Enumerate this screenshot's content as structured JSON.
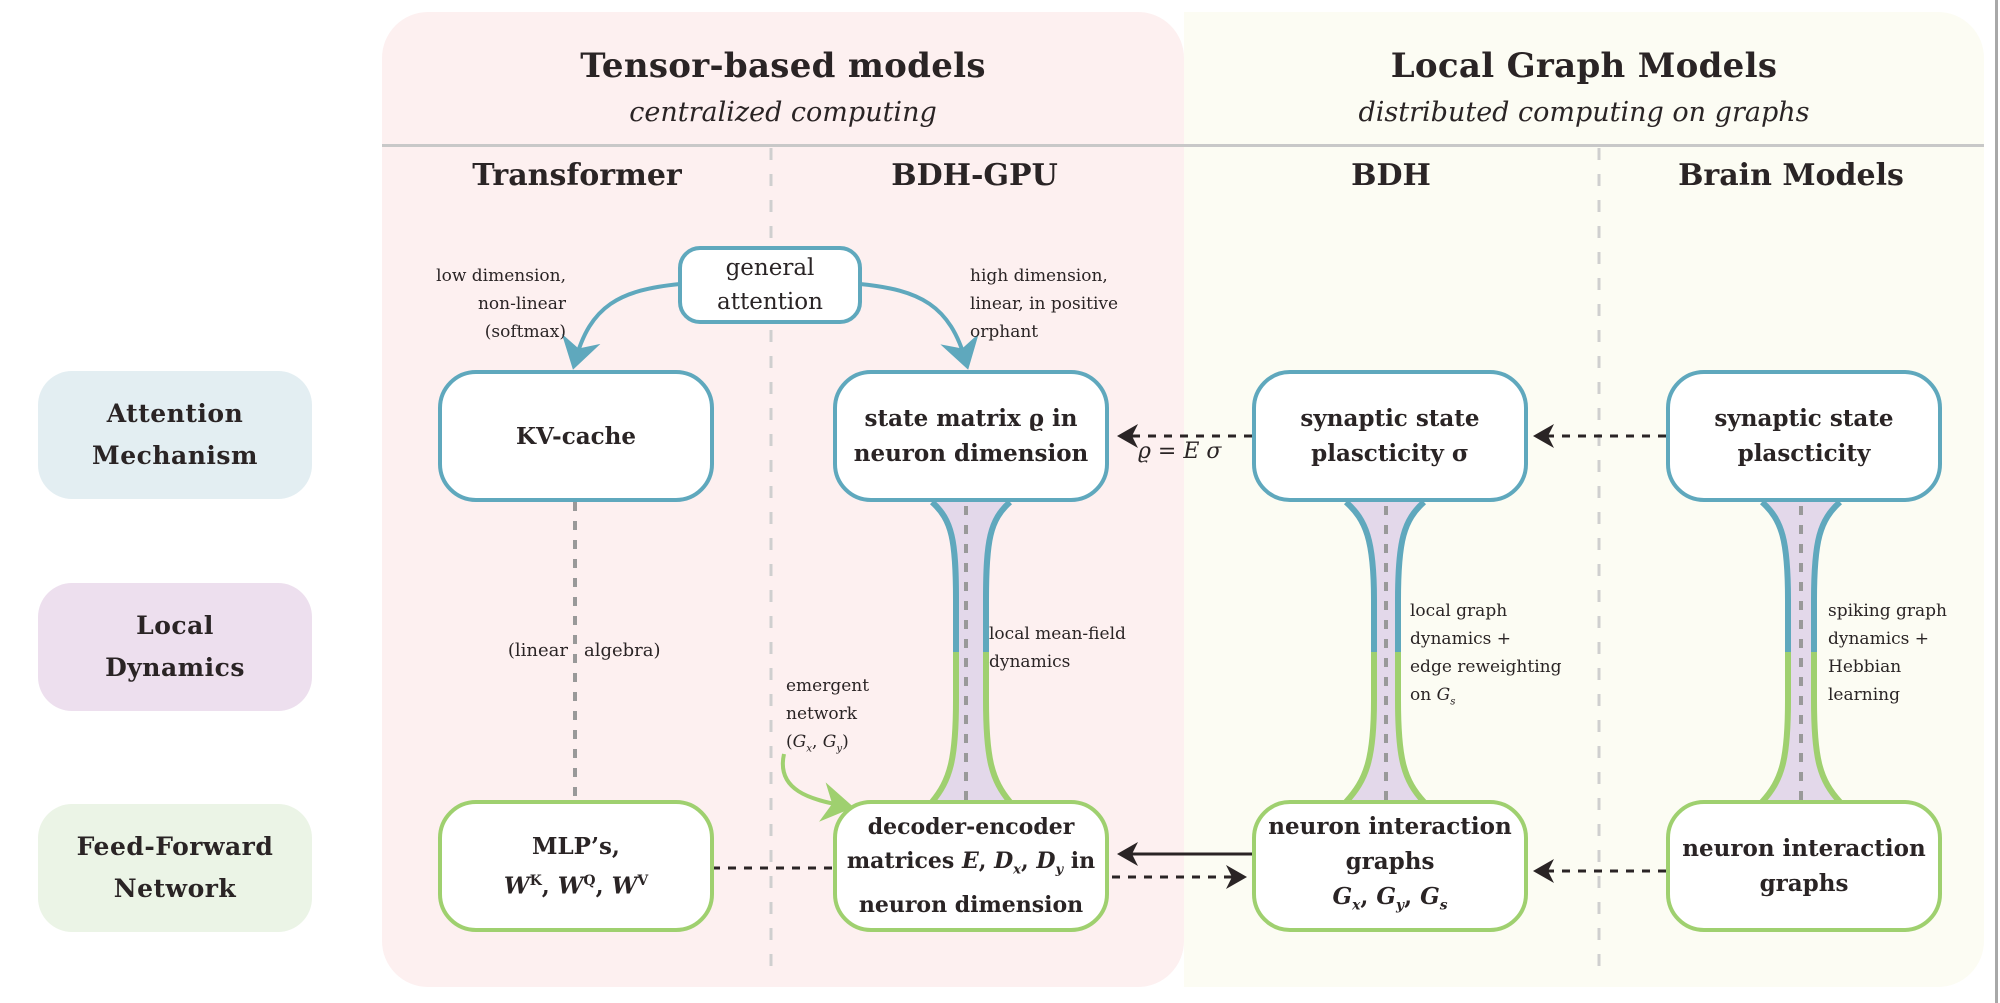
{
  "colors": {
    "tensor_panel_bg": "#fdf0f0",
    "graph_panel_bg": "#fcfcf3",
    "attention_blue": "#5fa8bd",
    "feedforward_green": "#9fd06f",
    "dynamics_purple_fill": "#e3d8ea",
    "row_attention_bg": "#e3eef2",
    "row_dynamics_bg": "#eddfee",
    "row_feedforward_bg": "#ebf4e6",
    "text": "#2a2425"
  },
  "sections": {
    "tensor": {
      "title": "Tensor-based models",
      "subtitle": "centralized computing"
    },
    "graph": {
      "title": "Local Graph Models",
      "subtitle": "distributed computing on graphs"
    }
  },
  "columns": [
    "Transformer",
    "BDH-GPU",
    "BDH",
    "Brain Models"
  ],
  "row_labels": [
    {
      "line1": "Attention",
      "line2": "Mechanism"
    },
    {
      "line1": "Local",
      "line2": "Dynamics"
    },
    {
      "line1": "Feed-Forward",
      "line2": "Network"
    }
  ],
  "nodes": {
    "general_attention": {
      "line1": "general",
      "line2": "attention"
    },
    "kv_cache": {
      "line1": "KV-cache"
    },
    "state_matrix": {
      "line1": "state matrix ϱ in",
      "line2": "neuron dimension"
    },
    "bdh_synaptic": {
      "line1": "synaptic state",
      "line2": "plascticity σ"
    },
    "brain_synaptic": {
      "line1": "synaptic state",
      "line2": "plascticity"
    },
    "mlp": {
      "line1": "MLP’s,",
      "w_sym": "W",
      "sup_k": "K",
      "sup_q": "Q",
      "sup_v": "V"
    },
    "decoder_encoder": {
      "line1": "decoder-encoder",
      "line2_pre": "matrices ",
      "E": "E",
      "D": "D",
      "sub_x": "x",
      "sub_y": "y",
      "line2_post": " in",
      "line3": "neuron dimension"
    },
    "bdh_graphs": {
      "line1": "neuron interaction",
      "line2": "graphs",
      "G": "G",
      "sub_x": "x",
      "sub_y": "y",
      "sub_s": "s"
    },
    "brain_graphs": {
      "line1": "neuron interaction",
      "line2": "graphs"
    }
  },
  "annotations": {
    "left_attention": [
      "low dimension,",
      "non-linear",
      "(softmax)"
    ],
    "right_attention": [
      "high dimension,",
      "linear, in positive",
      "orphant"
    ],
    "linear_algebra_left": "(linear",
    "linear_algebra_right": "algebra)",
    "mean_field": [
      "local mean-field",
      "dynamics"
    ],
    "emergent": [
      "emergent",
      "network"
    ],
    "emergent_math": {
      "G": "G",
      "sub_x": "x",
      "sub_y": "y"
    },
    "rho_eq": "ϱ = E σ",
    "bdh_dynamics": [
      "local graph",
      "dynamics +",
      "edge reweighting",
      "on "
    ],
    "bdh_dynamics_math": {
      "G": "G",
      "sub_s": "s"
    },
    "brain_dynamics": [
      "spiking graph",
      "dynamics +",
      "Hebbian",
      "learning"
    ]
  }
}
